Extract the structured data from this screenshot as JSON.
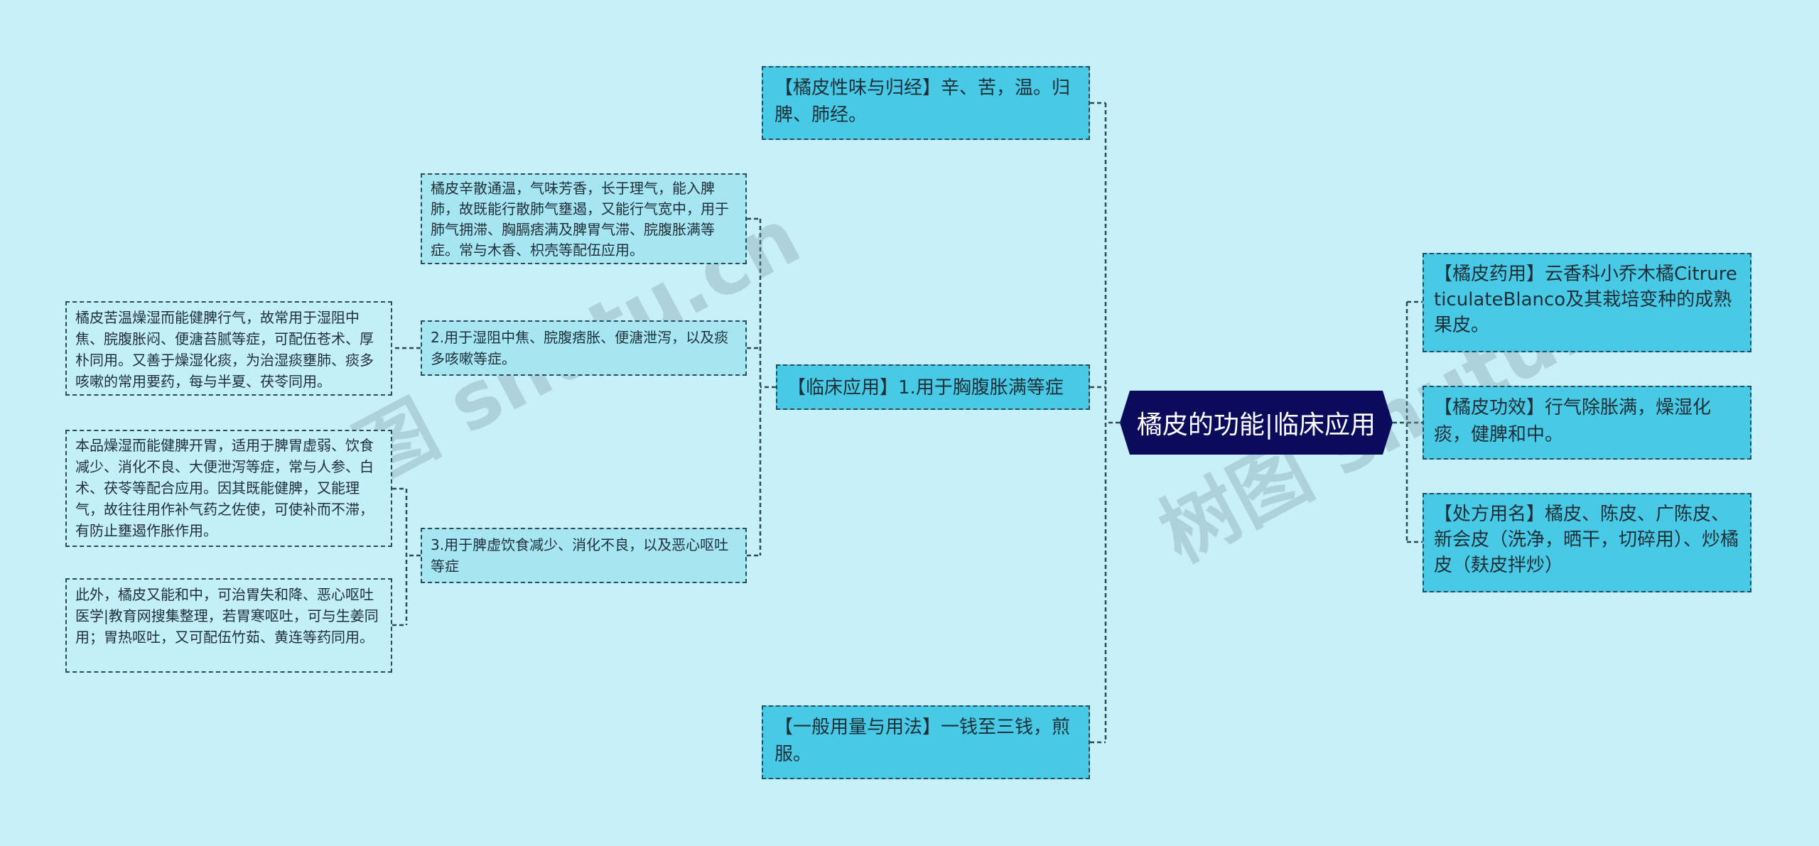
{
  "center": {
    "title": "橘皮的功能|临床应用"
  },
  "left_branches": {
    "taste": "【橘皮性味与归经】辛、苦，温。归脾、肺经。",
    "clinical": "【临床应用】1.用于胸腹胀满等症",
    "dosage": "【一般用量与用法】一钱至三钱，煎服。"
  },
  "clinical_items": [
    {
      "text": "橘皮辛散通温，气味芳香，长于理气，能入脾肺，故既能行散肺气壅遏，又能行气宽中，用于肺气拥滞、胸膈痞满及脾胃气滞、脘腹胀满等症。常与木香、枳壳等配伍应用。"
    },
    {
      "text": "2.用于湿阻中焦、脘腹痞胀、便溏泄泻，以及痰多咳嗽等症。"
    },
    {
      "text": "3.用于脾虚饮食减少、消化不良，以及恶心呕吐等症"
    }
  ],
  "sub_items": {
    "item2_detail": "橘皮苦温燥湿而能健脾行气，故常用于湿阻中焦、脘腹胀闷、便溏苔腻等症，可配伍苍术、厚朴同用。又善于燥湿化痰，为治湿痰壅肺、痰多咳嗽的常用要药，每与半夏、茯苓同用。",
    "item3_detail_a": "本品燥湿而能健脾开胃，适用于脾胃虚弱、饮食减少、消化不良、大便泄泻等症，常与人参、白术、茯苓等配合应用。因其既能健脾，又能理气，故往往用作补气药之佐使，可使补而不滞，有防止壅遏作胀作用。",
    "item3_detail_b": "此外，橘皮又能和中，可治胃失和降、恶心呕吐医学|教育网搜集整理，若胃寒呕吐，可与生姜同用；胃热呕吐，又可配伍竹茹、黄连等药同用。"
  },
  "right_branches": {
    "source": "【橘皮药用】云香科小乔木橘CitrureticulateBlanco及其栽培变种的成熟果皮。",
    "effect": "【橘皮功效】行气除胀满，燥湿化痰，健脾和中。",
    "names": "【处方用名】橘皮、陈皮、广陈皮、新会皮（洗净，晒干，切碎用）、炒橘皮（麸皮拌炒）"
  },
  "watermarks": [
    "树图 shutu.cn",
    "树图 shutu.cn"
  ],
  "colors": {
    "background": "#c8f0f8",
    "center": "#0b0b5c",
    "level1": "#48c9e5",
    "level2": "#a6e6f3",
    "link": "#2c4a5a"
  }
}
